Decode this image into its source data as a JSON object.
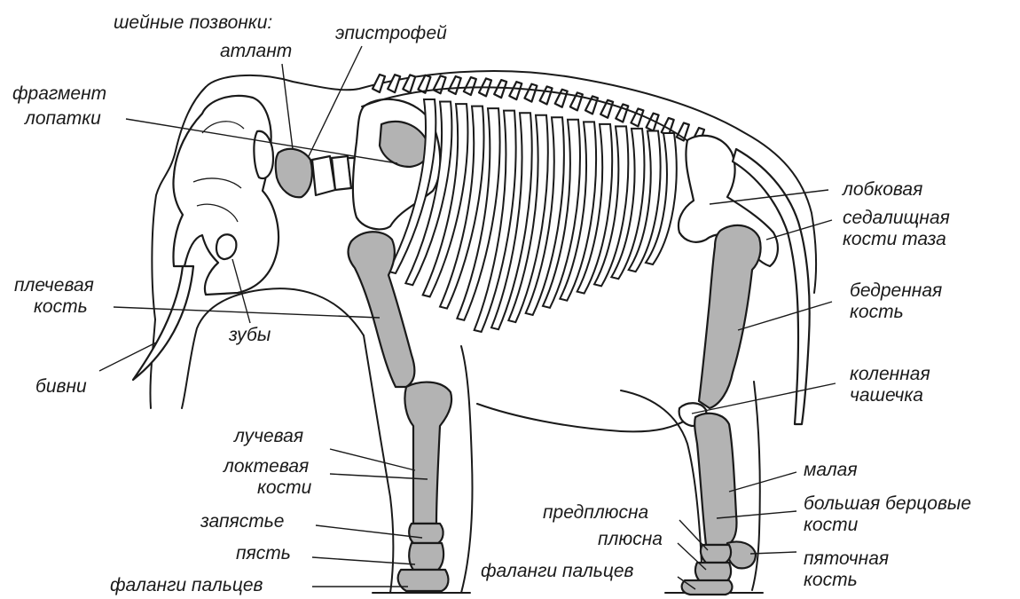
{
  "colors": {
    "ink": "#1a1a1a",
    "highlight_bone": "#b3b3b3",
    "background": "#ffffff"
  },
  "labels": {
    "cervical": "шейные позвонки:",
    "atlas": "атлант",
    "axis": "эпистрофей",
    "scapula_fragment_1": "фрагмент",
    "scapula_fragment_2": "лопатки",
    "humerus_1": "плечевая",
    "humerus_2": "кость",
    "teeth": "зубы",
    "tusks": "бивни",
    "radius": "лучевая",
    "ulna_1": "локтевая",
    "ulna_2": "кости",
    "carpus": "запястье",
    "metacarpus": "пясть",
    "phalanges_front": "фаланги пальцев",
    "pubic": "лобковая",
    "ischial_1": "седалищная",
    "ischial_2": "кости таза",
    "femur_1": "бедренная",
    "femur_2": "кость",
    "patella_1": "коленная",
    "patella_2": "чашечка",
    "fibula": "малая",
    "tibia_1": "большая берцовые",
    "tibia_2": "кости",
    "tarsus": "предплюсна",
    "metatarsus": "плюсна",
    "phalanges_hind": "фаланги пальцев",
    "calcaneus_1": "пяточная",
    "calcaneus_2": "кость"
  }
}
